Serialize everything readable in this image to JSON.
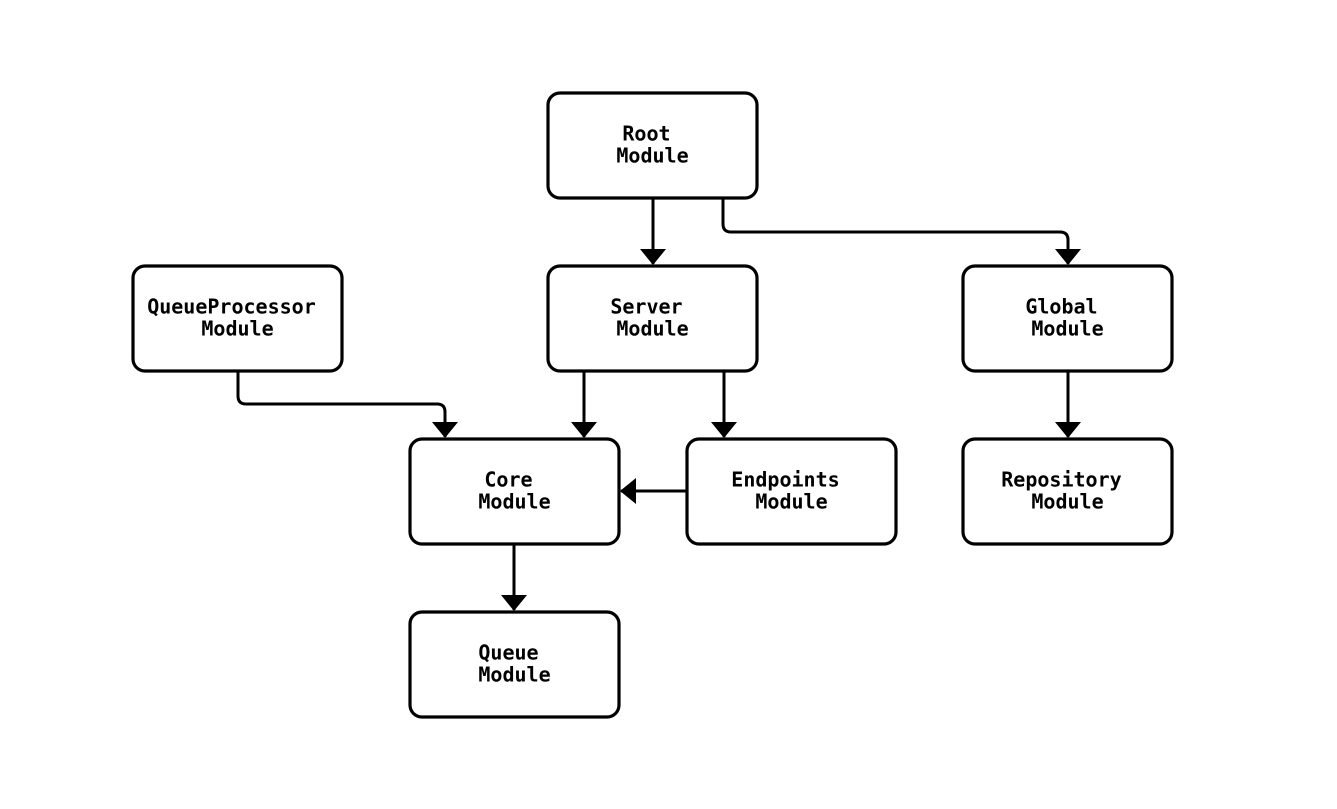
{
  "diagram": {
    "type": "flowchart",
    "description": "Module dependency graph with rounded rectangle nodes connected by arrows",
    "colors": {
      "background": "#ffffff",
      "node_fill": "#ffffff",
      "node_stroke": "#000000",
      "edge_stroke": "#000000",
      "text": "#000000"
    },
    "nodes": {
      "root": {
        "line1": "Root",
        "line2": "Module"
      },
      "queueProcessor": {
        "line1": "QueueProcessor",
        "line2": "Module"
      },
      "server": {
        "line1": "Server",
        "line2": "Module"
      },
      "global": {
        "line1": "Global",
        "line2": "Module"
      },
      "core": {
        "line1": "Core",
        "line2": "Module"
      },
      "endpoints": {
        "line1": "Endpoints",
        "line2": "Module"
      },
      "repository": {
        "line1": "Repository",
        "line2": "Module"
      },
      "queue": {
        "line1": "Queue",
        "line2": "Module"
      }
    },
    "edges": [
      {
        "from": "Root Module",
        "to": "Server Module"
      },
      {
        "from": "Root Module",
        "to": "Global Module"
      },
      {
        "from": "QueueProcessor Module",
        "to": "Core Module"
      },
      {
        "from": "Server Module",
        "to": "Core Module"
      },
      {
        "from": "Server Module",
        "to": "Endpoints Module"
      },
      {
        "from": "Endpoints Module",
        "to": "Core Module"
      },
      {
        "from": "Global Module",
        "to": "Repository Module"
      },
      {
        "from": "Core Module",
        "to": "Queue Module"
      }
    ]
  }
}
